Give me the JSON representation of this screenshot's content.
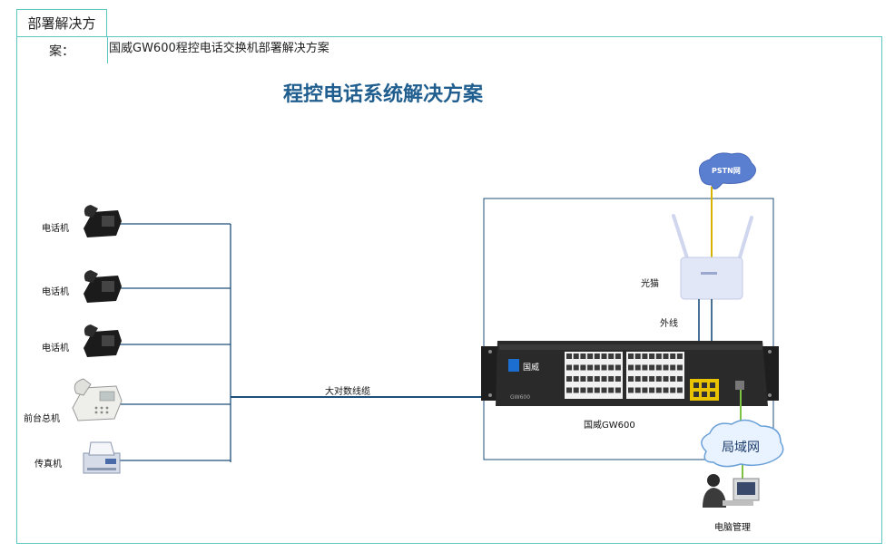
{
  "header": {
    "tab_label_line1": "部署解决方",
    "tab_label_line2": "案：",
    "subtitle": "国威GW600程控电话交换机部署解决方案"
  },
  "diagram": {
    "title": "程控电话系统解决方案",
    "phones": [
      {
        "label": "电话机"
      },
      {
        "label": "电话机"
      },
      {
        "label": "电话机"
      },
      {
        "label": "前台总机"
      },
      {
        "label": "传真机"
      }
    ],
    "cable_label": "大对数线缆",
    "pstn_label": "PSTN网",
    "modem_label": "光猫",
    "outside_line_label": "外线",
    "pbx_label": "国威GW600",
    "pbx_brand": "国威",
    "pbx_model_mark": "GW600",
    "lan_label": "局域网",
    "pc_label": "电脑管理"
  },
  "colors": {
    "frame": "#5cc6c0",
    "title": "#1f5e8f",
    "line": "#1c4f7a",
    "pstn_line": "#d8b400",
    "lan_line": "#7dc243",
    "cloud": "#5b7fd0"
  }
}
